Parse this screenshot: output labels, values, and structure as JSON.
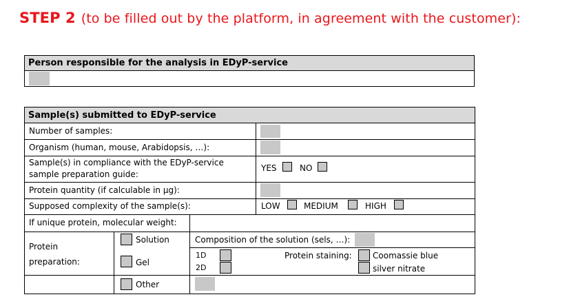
{
  "title": {
    "step": "STEP 2",
    "subtitle": "(to be filled out by the platform, in agreement with the customer):"
  },
  "responsible": {
    "header": "Person responsible for the analysis in EDyP-service"
  },
  "samples": {
    "header": "Sample(s) submitted to EDyP-service",
    "number_of_samples": "Number of samples:",
    "organism": "Organism (human, mouse, Arabidopsis, …):",
    "compliance_line1": "Sample(s) in compliance with the EDyP-service",
    "compliance_line2": "sample preparation guide:",
    "yes": "YES",
    "no": "NO",
    "protein_quantity": "Protein quantity (if calculable in µg):",
    "complexity": "Supposed complexity of the sample(s):",
    "low": "LOW",
    "medium": "MEDIUM",
    "high": "HIGH",
    "unique_protein": "If unique protein, molecular weight:",
    "protein_preparation_line1": "Protein",
    "protein_preparation_line2": "preparation:",
    "solution": "Solution",
    "composition": "Composition of the solution (sels, …):",
    "gel": "Gel",
    "one_d": "1D",
    "two_d": "2D",
    "protein_staining": "Protein staining:",
    "coomassie": "Coomassie blue",
    "silver": "silver nitrate",
    "other": "Other"
  }
}
